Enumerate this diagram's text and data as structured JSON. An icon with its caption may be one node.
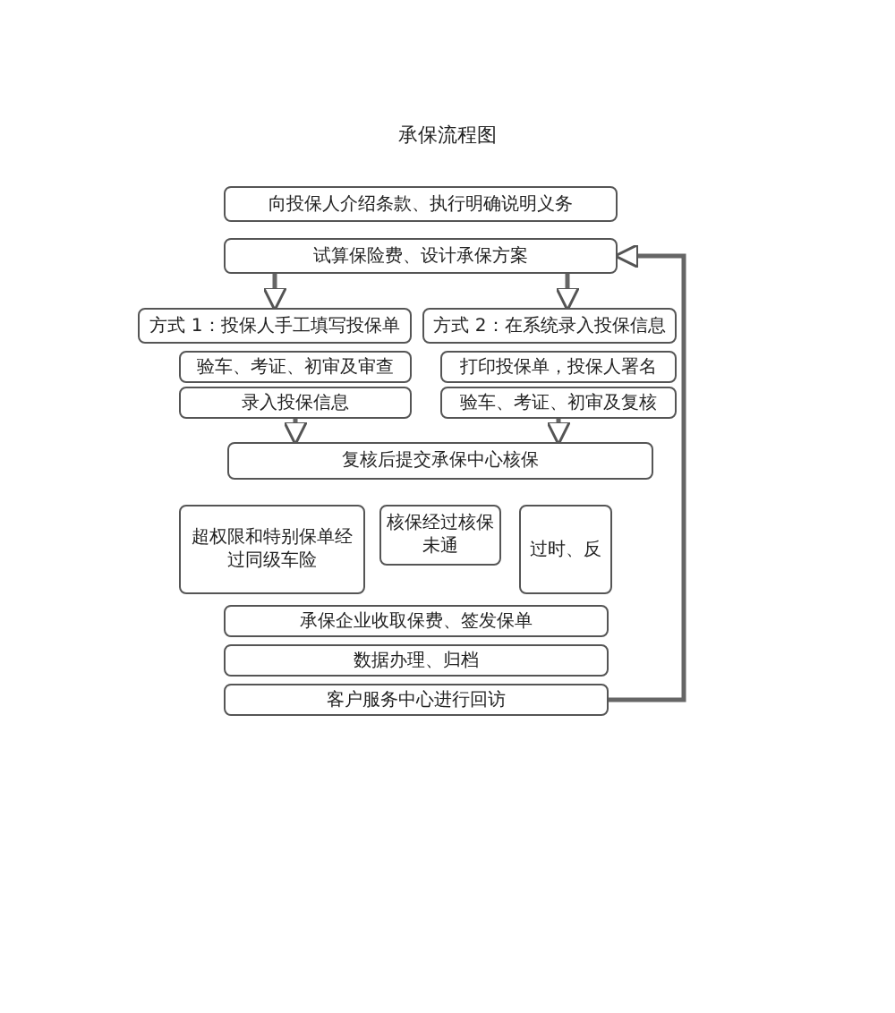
{
  "diagram": {
    "title": "承保流程图",
    "nodes": [
      {
        "text": [
          "向投保人介绍条款、执行明确说明义务"
        ]
      },
      {
        "text": [
          "试算保险费、设计承保方案"
        ]
      },
      {
        "text": [
          "方式 1：投保人手工填写投保单"
        ]
      },
      {
        "text": [
          "方式 2：在系统录入投保信息"
        ]
      },
      {
        "text": [
          "验车、考证、初审及审查"
        ]
      },
      {
        "text": [
          "录入投保信息"
        ]
      },
      {
        "text": [
          "打印投保单，投保人署名"
        ]
      },
      {
        "text": [
          "验车、考证、初审及复核"
        ]
      },
      {
        "text": [
          "复核后提交承保中心核保"
        ]
      },
      {
        "text": [
          "超权限和特别保单经过同级车险"
        ]
      },
      {
        "text": [
          "核保经过核保未通"
        ]
      },
      {
        "text": [
          "过时、反"
        ]
      },
      {
        "text": [
          "承保企业收取保费、签发保单"
        ]
      },
      {
        "text": [
          "数据办理、归档"
        ]
      },
      {
        "text": [
          "客户服务中心进行回访"
        ]
      }
    ],
    "edges": [
      {
        "from": 1,
        "to": 2,
        "arrow": "to"
      },
      {
        "from": 1,
        "to": 3,
        "arrow": "to"
      },
      {
        "from": 5,
        "to": 8,
        "arrow": "to"
      },
      {
        "from": 7,
        "to": 8,
        "arrow": "to"
      },
      {
        "from": 14,
        "to": 1,
        "arrow": "to"
      }
    ]
  }
}
